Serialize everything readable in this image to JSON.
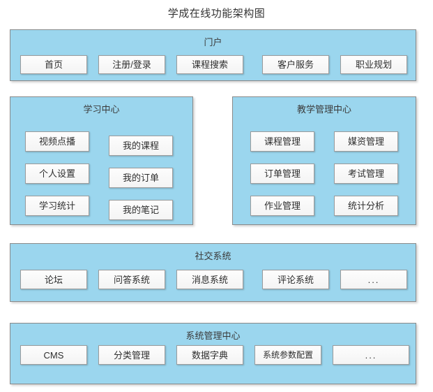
{
  "title": "学成在线功能架构图",
  "colors": {
    "panel_fill": "#9BD6EE",
    "panel_border": "#8A8A8A",
    "button_fill": "#F8F8F8",
    "button_border": "#9C9C9C",
    "text": "#333333",
    "page_background": "#FFFFFF"
  },
  "sections": [
    {
      "id": "portal",
      "title": "门户",
      "layout": "single-row",
      "items": [
        {
          "label": "首页"
        },
        {
          "label": "注册/登录"
        },
        {
          "label": "课程搜索"
        },
        {
          "label": "客户服务"
        },
        {
          "label": "职业规划"
        }
      ]
    },
    {
      "id": "learning-center",
      "title": "学习中心",
      "layout": "two-column",
      "left_items": [
        {
          "label": "视频点播"
        },
        {
          "label": "个人设置"
        },
        {
          "label": "学习统计"
        }
      ],
      "right_items": [
        {
          "label": "我的课程"
        },
        {
          "label": "我的订单"
        },
        {
          "label": "我的笔记"
        }
      ]
    },
    {
      "id": "teaching-management-center",
      "title": "教学管理中心",
      "layout": "two-column",
      "left_items": [
        {
          "label": "课程管理"
        },
        {
          "label": "订单管理"
        },
        {
          "label": "作业管理"
        }
      ],
      "right_items": [
        {
          "label": "媒资管理"
        },
        {
          "label": "考试管理"
        },
        {
          "label": "统计分析"
        }
      ]
    },
    {
      "id": "social-system",
      "title": "社交系统",
      "layout": "single-row",
      "items": [
        {
          "label": "论坛"
        },
        {
          "label": "问答系统"
        },
        {
          "label": "消息系统"
        },
        {
          "label": "评论系统"
        },
        {
          "label": "..."
        }
      ]
    },
    {
      "id": "system-management-center",
      "title": "系统管理中心",
      "layout": "single-row",
      "items": [
        {
          "label": "CMS"
        },
        {
          "label": "分类管理"
        },
        {
          "label": "数据字典"
        },
        {
          "label": "系统参数配置"
        },
        {
          "label": "..."
        }
      ]
    }
  ]
}
